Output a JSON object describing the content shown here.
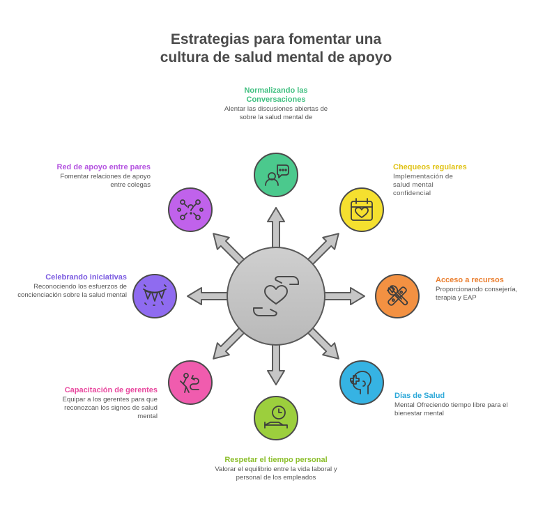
{
  "title": {
    "line1": "Estrategias para fomentar una",
    "line2": "cultura de salud mental de apoyo"
  },
  "colors": {
    "hub": "#c4c4c4",
    "arrow": "#c4c4c4",
    "green": "#4bc98d",
    "yellow": "#f5e02f",
    "orange": "#f39142",
    "blue": "#36b3e3",
    "lime": "#9ccf3d",
    "pink": "#f05cae",
    "violet": "#8f6bf0",
    "purple": "#c062eb"
  },
  "nodes": [
    {
      "id": "normalizando",
      "head1": "Normalizando las",
      "head2": "Conversaciones",
      "desc": [
        "Alentar las discusiones abiertas de",
        "sobre la salud mental de"
      ],
      "color": "#3fbf7f",
      "icon": "chat-person-icon"
    },
    {
      "id": "chequeos",
      "head1": "Chequeos regulares",
      "desc": [
        "Implementación de",
        "salud mental",
        "confidencial"
      ],
      "color": "#e0c214",
      "icon": "calendar-heart-icon"
    },
    {
      "id": "acceso",
      "head1": "Acceso a recursos",
      "desc": [
        "Proporcionando consejería,",
        "terapia y EAP"
      ],
      "color": "#ea7e2e",
      "icon": "tools-icon"
    },
    {
      "id": "dias",
      "head1": "Días de Salud",
      "desc": [
        "Mental Ofreciendo tiempo libre para el",
        "bienestar mental"
      ],
      "color": "#2aa7d8",
      "icon": "head-medical-icon"
    },
    {
      "id": "respetar",
      "head1": "Respetar el tiempo personal",
      "desc": [
        "Valorar el equilibrio entre la vida laboral y",
        "personal de los empleados"
      ],
      "color": "#8dbf2e",
      "icon": "clock-bed-icon"
    },
    {
      "id": "capacitacion",
      "head1": "Capacitación de gerentes",
      "desc": [
        "Equipar a los gerentes para que",
        "reconozcan los signos de salud",
        "mental"
      ],
      "color": "#e8489e",
      "icon": "person-path-icon"
    },
    {
      "id": "celebrando",
      "head1": "Celebrando iniciativas",
      "desc": [
        "Reconociendo los esfuerzos de",
        "concienciación sobre la salud mental"
      ],
      "color": "#7a5ae0",
      "icon": "bunting-icon"
    },
    {
      "id": "red",
      "head1": "Red de apoyo entre pares",
      "desc": [
        "Fomentar relaciones de apoyo",
        "entre colegas"
      ],
      "color": "#b453e0",
      "icon": "network-question-icon"
    }
  ]
}
